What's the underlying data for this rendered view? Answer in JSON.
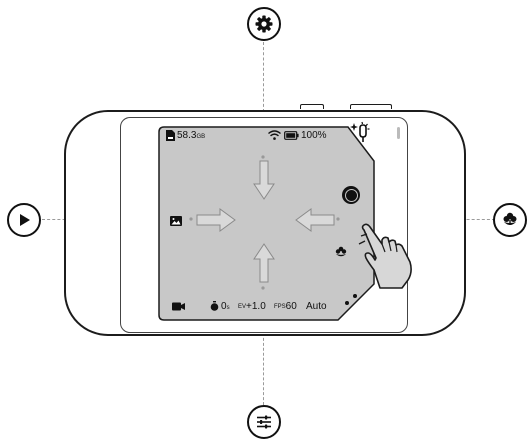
{
  "status_bar": {
    "storage": "58.3",
    "storage_unit": "GB",
    "battery": "100%"
  },
  "bottom_bar": {
    "timer": "0",
    "timer_unit": "s",
    "ev_label": "EV",
    "ev_value": "+1.0",
    "fps_label": "FPS",
    "fps_value": "60",
    "mode": "Auto"
  },
  "icons": {
    "top": "gear-icon",
    "left": "play-icon",
    "right": "flower-icon",
    "bottom": "sliders-icon",
    "screen_left": "image-icon",
    "screen_right": "macro-icon",
    "video": "video-icon",
    "shutter": "shutter-button-icon",
    "corner": "sparkle-icon",
    "gesture": "hand-pointer-icon"
  },
  "colors": {
    "screen": "#c8c8c8",
    "outline": "#1c1c1c",
    "guide": "#9a9a9a"
  }
}
